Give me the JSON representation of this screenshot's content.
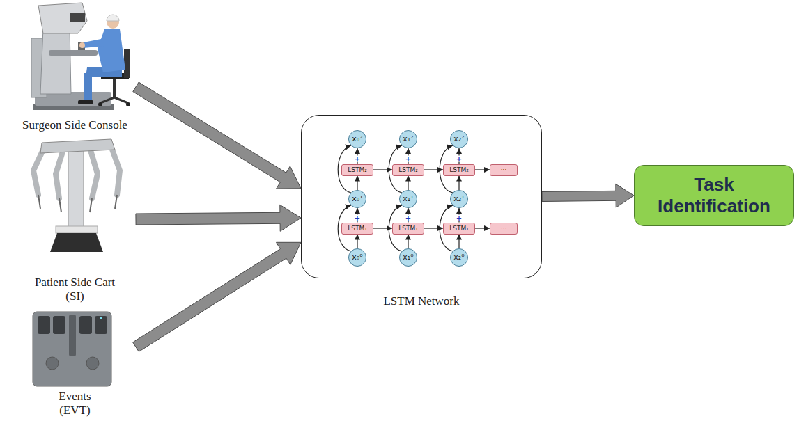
{
  "diagram": {
    "nodes": [
      {
        "text": [
          "Surgeon Side Console"
        ]
      },
      {
        "text": [
          "Patient Side Cart (SI)"
        ]
      },
      {
        "text": [
          "Events (EVT)"
        ]
      },
      {
        "text": [
          "LSTM Network"
        ]
      },
      {
        "text": [
          "x₀²"
        ],
        "in": 3
      },
      {
        "text": [
          "x₁²"
        ],
        "in": 3
      },
      {
        "text": [
          "x₂²"
        ],
        "in": 3
      },
      {
        "text": [
          "LSTM₂"
        ],
        "in": 3
      },
      {
        "text": [
          "LSTM₂"
        ],
        "in": 3
      },
      {
        "text": [
          "LSTM₂"
        ],
        "in": 3
      },
      {
        "text": [
          "···"
        ],
        "in": 3
      },
      {
        "text": [
          "x₀¹"
        ],
        "in": 3
      },
      {
        "text": [
          "x₁¹"
        ],
        "in": 3
      },
      {
        "text": [
          "x₂¹"
        ],
        "in": 3
      },
      {
        "text": [
          "LSTM₁"
        ],
        "in": 3
      },
      {
        "text": [
          "LSTM₁"
        ],
        "in": 3
      },
      {
        "text": [
          "LSTM₁"
        ],
        "in": 3
      },
      {
        "text": [
          "···"
        ],
        "in": 3
      },
      {
        "text": [
          "x₀⁰"
        ],
        "in": 3
      },
      {
        "text": [
          "x₁⁰"
        ],
        "in": 3
      },
      {
        "text": [
          "x₂⁰"
        ],
        "in": 3
      },
      {
        "text": [
          "Task Identification"
        ]
      }
    ],
    "edges": [
      {
        "from": 0,
        "to": 3,
        "arrow": "to"
      },
      {
        "from": 1,
        "to": 3,
        "arrow": "to"
      },
      {
        "from": 2,
        "to": 3,
        "arrow": "to"
      },
      {
        "from": 3,
        "to": 21,
        "arrow": "to"
      },
      {
        "from": 18,
        "to": 14,
        "arrow": "to"
      },
      {
        "from": 19,
        "to": 15,
        "arrow": "to"
      },
      {
        "from": 20,
        "to": 16,
        "arrow": "to"
      },
      {
        "from": 14,
        "to": 11,
        "arrow": "to",
        "label": "+"
      },
      {
        "from": 15,
        "to": 12,
        "arrow": "to",
        "label": "+"
      },
      {
        "from": 16,
        "to": 13,
        "arrow": "to",
        "label": "+"
      },
      {
        "from": 18,
        "to": 11,
        "arrow": "to"
      },
      {
        "from": 19,
        "to": 12,
        "arrow": "to"
      },
      {
        "from": 20,
        "to": 13,
        "arrow": "to"
      },
      {
        "from": 14,
        "to": 15,
        "arrow": "to"
      },
      {
        "from": 15,
        "to": 16,
        "arrow": "to"
      },
      {
        "from": 16,
        "to": 17,
        "arrow": "to"
      },
      {
        "from": 11,
        "to": 7,
        "arrow": "to"
      },
      {
        "from": 12,
        "to": 8,
        "arrow": "to"
      },
      {
        "from": 13,
        "to": 9,
        "arrow": "to"
      },
      {
        "from": 7,
        "to": 4,
        "arrow": "to",
        "label": "+"
      },
      {
        "from": 8,
        "to": 5,
        "arrow": "to",
        "label": "+"
      },
      {
        "from": 9,
        "to": 6,
        "arrow": "to",
        "label": "+"
      },
      {
        "from": 11,
        "to": 4,
        "arrow": "to"
      },
      {
        "from": 12,
        "to": 5,
        "arrow": "to"
      },
      {
        "from": 13,
        "to": 6,
        "arrow": "to"
      },
      {
        "from": 7,
        "to": 8,
        "arrow": "to"
      },
      {
        "from": 8,
        "to": 9,
        "arrow": "to"
      },
      {
        "from": 9,
        "to": 10,
        "arrow": "to"
      }
    ]
  }
}
